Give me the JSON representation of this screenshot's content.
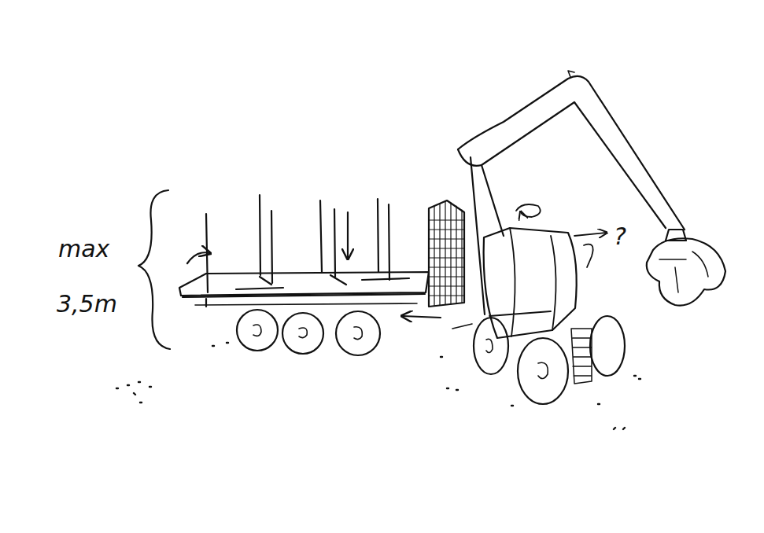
{
  "diagram": {
    "labels": [
      "max",
      "3,5m",
      "?"
    ]
  }
}
